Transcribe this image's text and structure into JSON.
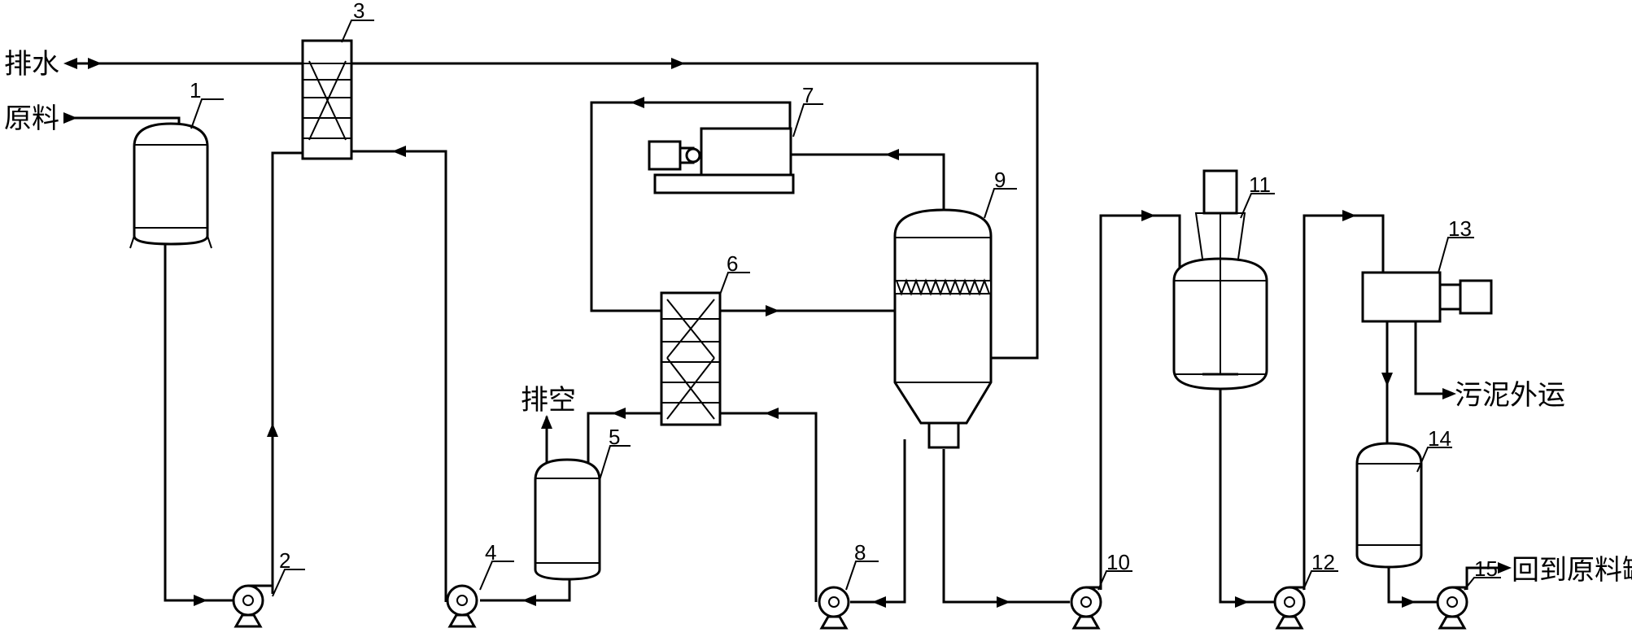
{
  "labels": {
    "drain": "排水",
    "feed": "原料",
    "vent": "排空",
    "sludge": "污泥外运",
    "return": "回到原料罐"
  },
  "equipment_numbers": [
    "1",
    "2",
    "3",
    "4",
    "5",
    "6",
    "7",
    "8",
    "9",
    "10",
    "11",
    "12",
    "13",
    "14",
    "15"
  ]
}
